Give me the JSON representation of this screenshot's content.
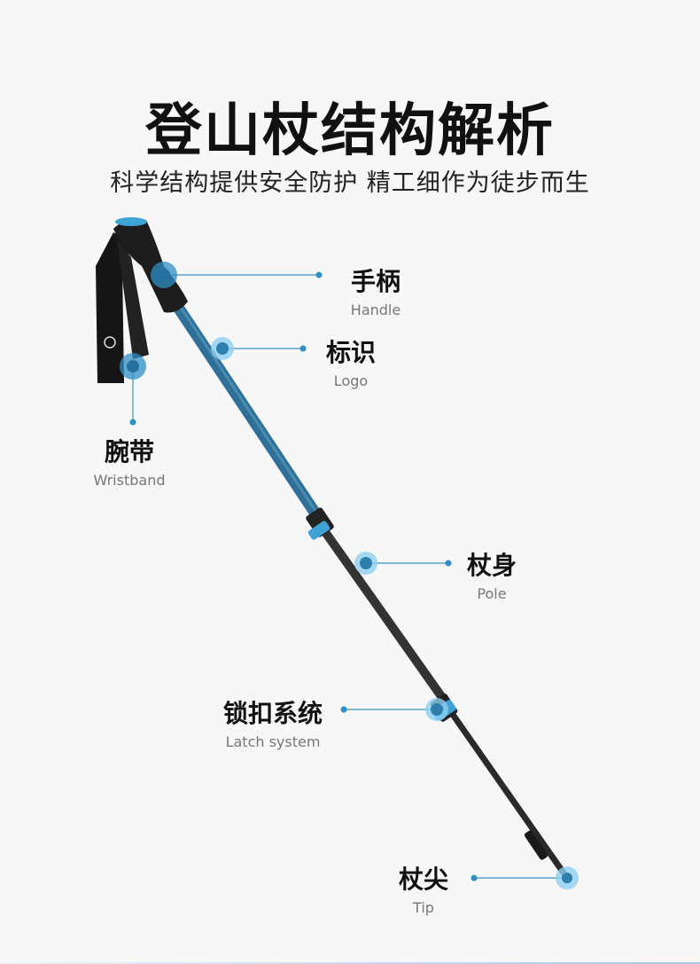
{
  "title": "登山杖结构解析",
  "subtitle": "科学结构提供安全防护 精工细作为徒步而生",
  "accent_color": "#2f8fc4",
  "callouts": [
    {
      "key": "handle",
      "cn": "手柄",
      "en": "Handle"
    },
    {
      "key": "logo",
      "cn": "标识",
      "en": "Logo"
    },
    {
      "key": "wristband",
      "cn": "腕带",
      "en": "Wristband"
    },
    {
      "key": "pole",
      "cn": "杖身",
      "en": "Pole"
    },
    {
      "key": "latch",
      "cn": "锁扣系统",
      "en": "Latch system"
    },
    {
      "key": "tip",
      "cn": "杖尖",
      "en": "Tip"
    }
  ]
}
